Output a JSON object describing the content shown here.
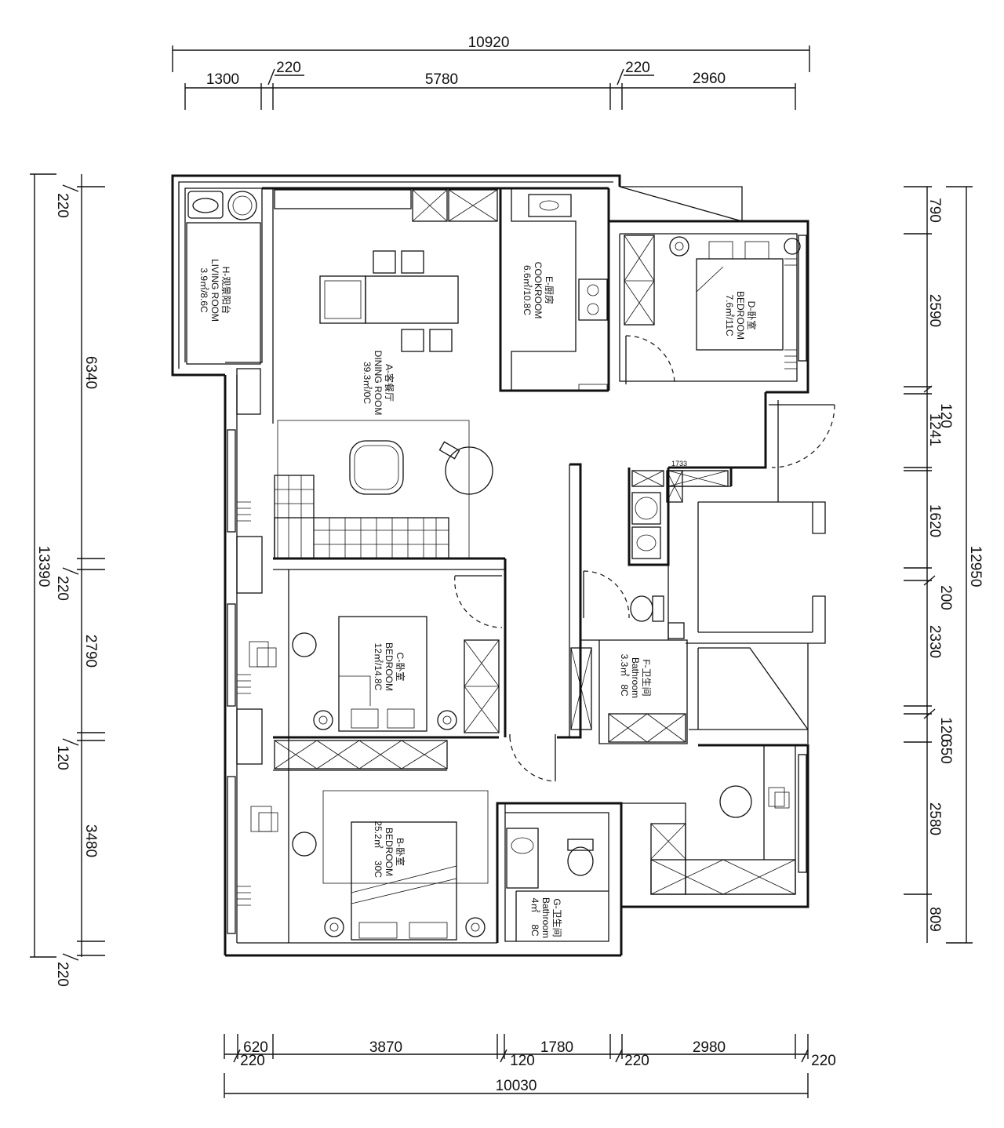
{
  "dimensions": {
    "top_total": "10920",
    "top_segments": [
      "1300",
      "220",
      "5780",
      "220",
      "2960"
    ],
    "bottom_total": "10030",
    "bottom_upper": [
      "620",
      "3870",
      "1780",
      "2980"
    ],
    "bottom_lower": [
      "220",
      "120",
      "220",
      "220"
    ],
    "left_total": "13390",
    "left_segments": [
      "220",
      "6340",
      "220",
      "2790",
      "120",
      "3480",
      "220"
    ],
    "right_total": "12950",
    "right_segments": [
      "790",
      "2590",
      "120",
      "1241",
      "1620",
      "200",
      "2330",
      "120",
      "650",
      "2580",
      "809"
    ],
    "small_note": "1733"
  },
  "rooms": {
    "h": {
      "name": "H-观景阳台",
      "en": "LIVING ROOM",
      "area": "3.9㎡/8.6C"
    },
    "a": {
      "name": "A-客餐厅",
      "en": "DINING ROOM",
      "area": "39.3㎡/0C"
    },
    "e": {
      "name": "E-厨房",
      "en": "COOKROOM",
      "area": "6.6㎡/10.8C"
    },
    "d": {
      "name": "D-卧室",
      "en": "BEDROOM",
      "area": "7.6㎡/11C"
    },
    "c": {
      "name": "C-卧室",
      "en": "BEDROOM",
      "area": "12㎡/14.8C"
    },
    "f": {
      "name": "F-卫生间",
      "en": "Bathroom",
      "area": "3.3㎡",
      "area2": "8C"
    },
    "b": {
      "name": "B-卧室",
      "en": "BEDROOM",
      "area": "25.2㎡",
      "area2": "30C"
    },
    "g": {
      "name": "G-卫生间",
      "en": "Bathroom",
      "area": "4㎡",
      "area2": "8C"
    }
  },
  "colors": {
    "line": "#111111",
    "background": "#ffffff"
  }
}
